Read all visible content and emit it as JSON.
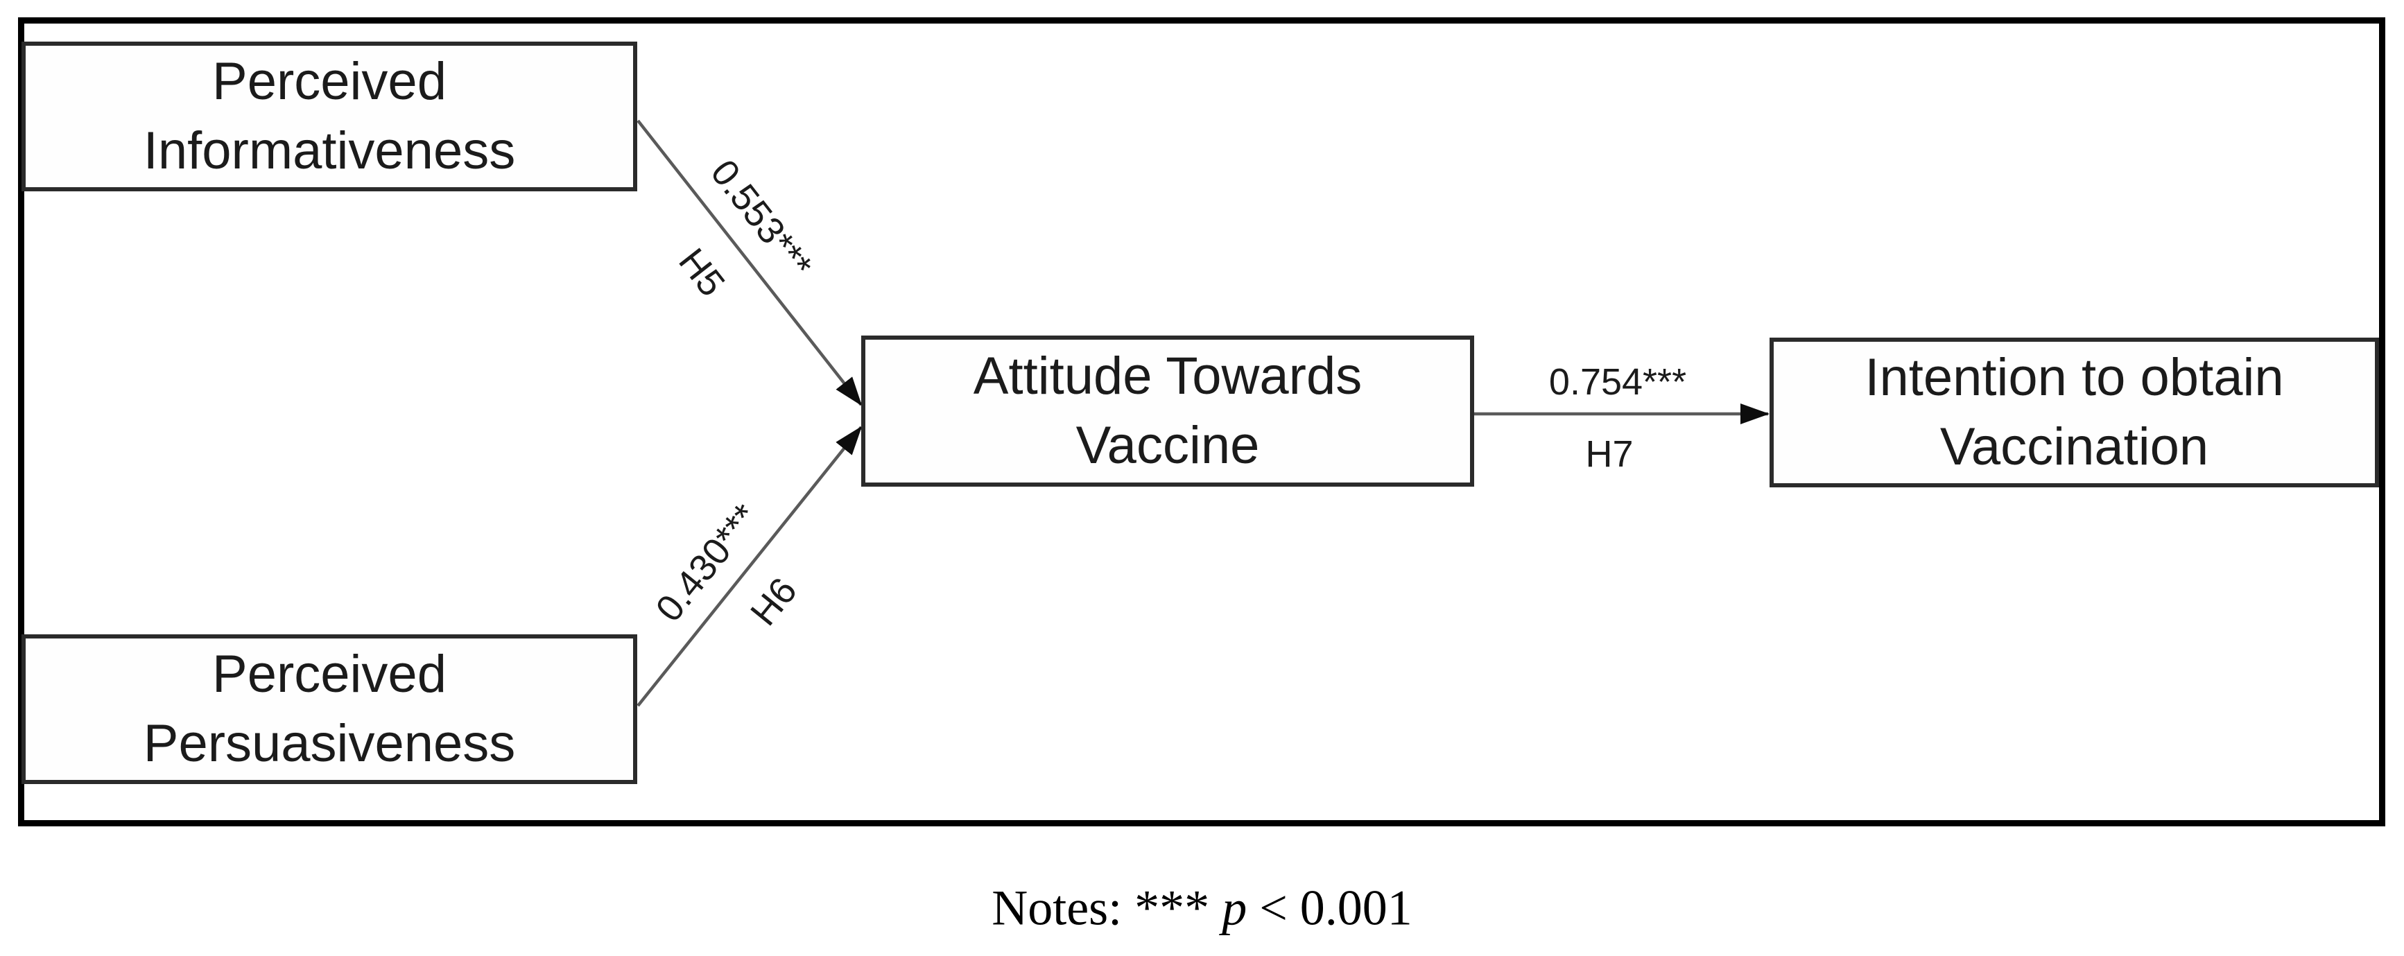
{
  "figure": {
    "type": "path-diagram",
    "nodes": {
      "pi": {
        "line1": "Perceived",
        "line2": "Informativeness"
      },
      "pp": {
        "line1": "Perceived",
        "line2": "Persuasiveness"
      },
      "at": {
        "line1": "Attitude Towards",
        "line2": "Vaccine"
      },
      "iv": {
        "line1": "Intention to obtain",
        "line2": "Vaccination"
      }
    },
    "edges": {
      "h5": {
        "from": "Perceived Informativeness",
        "to": "Attitude Towards Vaccine",
        "coefficient": "0.553***",
        "hypothesis": "H5"
      },
      "h6": {
        "from": "Perceived Persuasiveness",
        "to": "Attitude Towards Vaccine",
        "coefficient": "0.430***",
        "hypothesis": "H6"
      },
      "h7": {
        "from": "Attitude Towards Vaccine",
        "to": "Intention to obtain Vaccination",
        "coefficient": "0.754***",
        "hypothesis": "H7"
      }
    },
    "notes": {
      "prefix": "Notes: *** ",
      "p": "p",
      "suffix": " < 0.001"
    },
    "colors": {
      "background": "#ffffff",
      "frame": "#000000",
      "node_border": "#2b2b2b",
      "connector": "#5a5a5a",
      "arrowhead": "#0d0d0d",
      "text": "#1b1b1b"
    }
  }
}
